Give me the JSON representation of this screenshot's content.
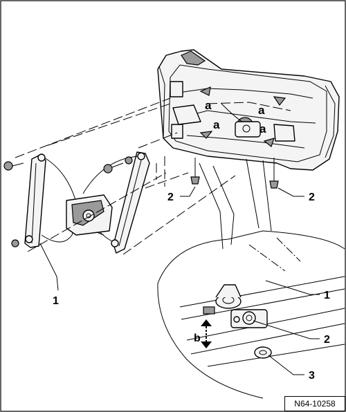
{
  "callouts": {
    "c1_left": "1",
    "c2_center": "2",
    "c2_right": "2",
    "c1_detail": "1",
    "c2_detail": "2",
    "c3_detail": "3",
    "b_detail": "b",
    "a1": "a",
    "a2": "a",
    "a3": "a",
    "a4": "a"
  },
  "reference": "N64-10258"
}
